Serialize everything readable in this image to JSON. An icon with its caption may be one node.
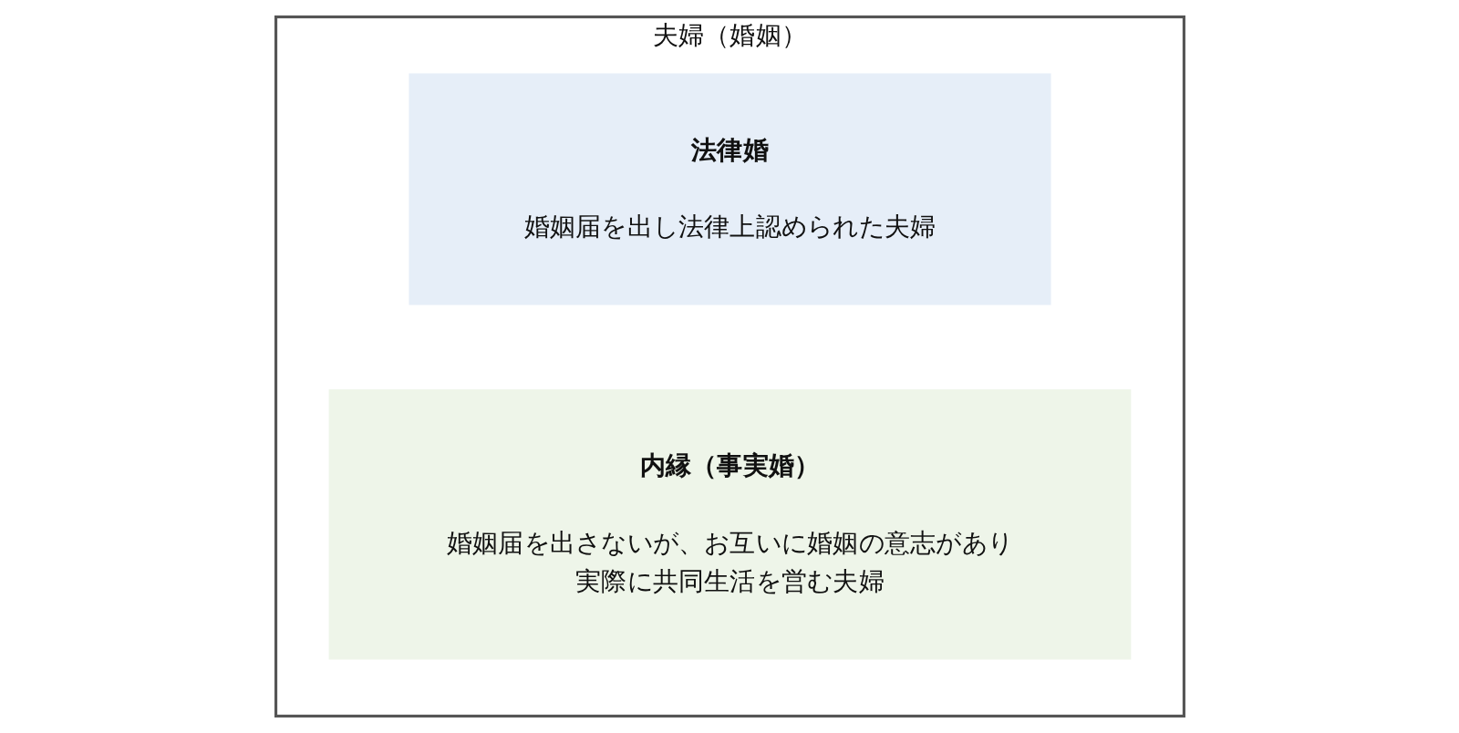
{
  "diagram": {
    "nodes": [
      {
        "text": [
          "夫婦（婚姻）"
        ]
      },
      {
        "text": [
          "法律婚",
          "婚姻届を出し法律上認められた夫婦"
        ],
        "in": 0
      },
      {
        "text": [
          "内縁（事実婚）",
          "婚姻届を出さないが、お互いに婚姻の意志があり実際に共同生活を営む夫婦"
        ],
        "in": 0
      }
    ]
  }
}
